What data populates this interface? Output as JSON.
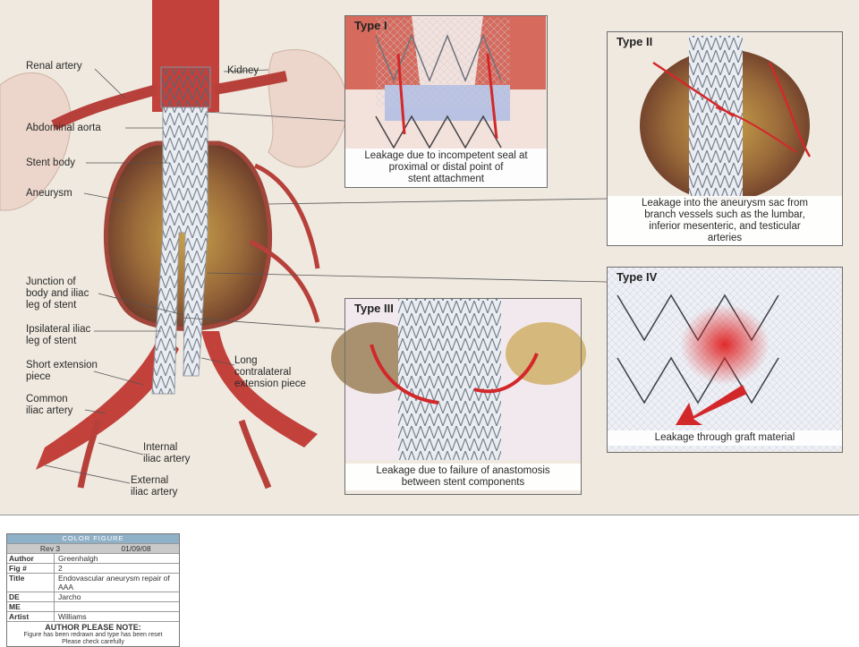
{
  "main_labels": {
    "renal_artery": "Renal artery",
    "kidney": "Kidney",
    "abdominal_aorta": "Abdominal aorta",
    "stent_body": "Stent body",
    "aneurysm": "Aneurysm",
    "junction": [
      "Junction of",
      "body and iliac",
      "leg of stent"
    ],
    "ipsilateral": [
      "Ipsilateral iliac",
      "leg of stent"
    ],
    "short_extension": [
      "Short extension",
      "piece"
    ],
    "common_iliac": [
      "Common",
      "iliac artery"
    ],
    "long_contralateral": [
      "Long",
      "contralateral",
      "extension piece"
    ],
    "internal_iliac": [
      "Internal",
      "iliac artery"
    ],
    "external_iliac": [
      "External",
      "iliac artery"
    ]
  },
  "panels": {
    "type1": {
      "title": "Type I",
      "caption": [
        "Leakage due to incompetent seal at",
        "proximal or distal point of",
        "stent attachment"
      ]
    },
    "type2": {
      "title": "Type II",
      "caption": [
        "Leakage into the aneurysm sac from",
        "branch vessels such as the lumbar,",
        "inferior mesenteric, and testicular",
        "arteries"
      ]
    },
    "type3": {
      "title": "Type III",
      "caption": [
        "Leakage due to failure of anastomosis",
        "between stent components"
      ]
    },
    "type4": {
      "title": "Type IV",
      "caption": [
        "Leakage through graft material"
      ]
    }
  },
  "stamp": {
    "header": "COLOR FIGURE",
    "rev": "Rev 3",
    "date": "01/09/08",
    "rows": [
      {
        "key": "Author",
        "value": "Greenhalgh"
      },
      {
        "key": "Fig #",
        "value": "2"
      },
      {
        "key": "Title",
        "value": "Endovascular aneurysm repair of AAA"
      },
      {
        "key": "DE",
        "value": "Jarcho"
      },
      {
        "key": "ME",
        "value": ""
      },
      {
        "key": "Artist",
        "value": "Williams"
      }
    ],
    "note": "AUTHOR PLEASE NOTE:",
    "note_lines": [
      "Figure has been redrawn and type has been reset",
      "Please check carefully"
    ]
  },
  "colors": {
    "artery": "#b8403a",
    "aneurysm": "#8f6a33",
    "stent": "#e9edf2",
    "leak_arrow": "#d3282a",
    "background": "#efe9df"
  }
}
